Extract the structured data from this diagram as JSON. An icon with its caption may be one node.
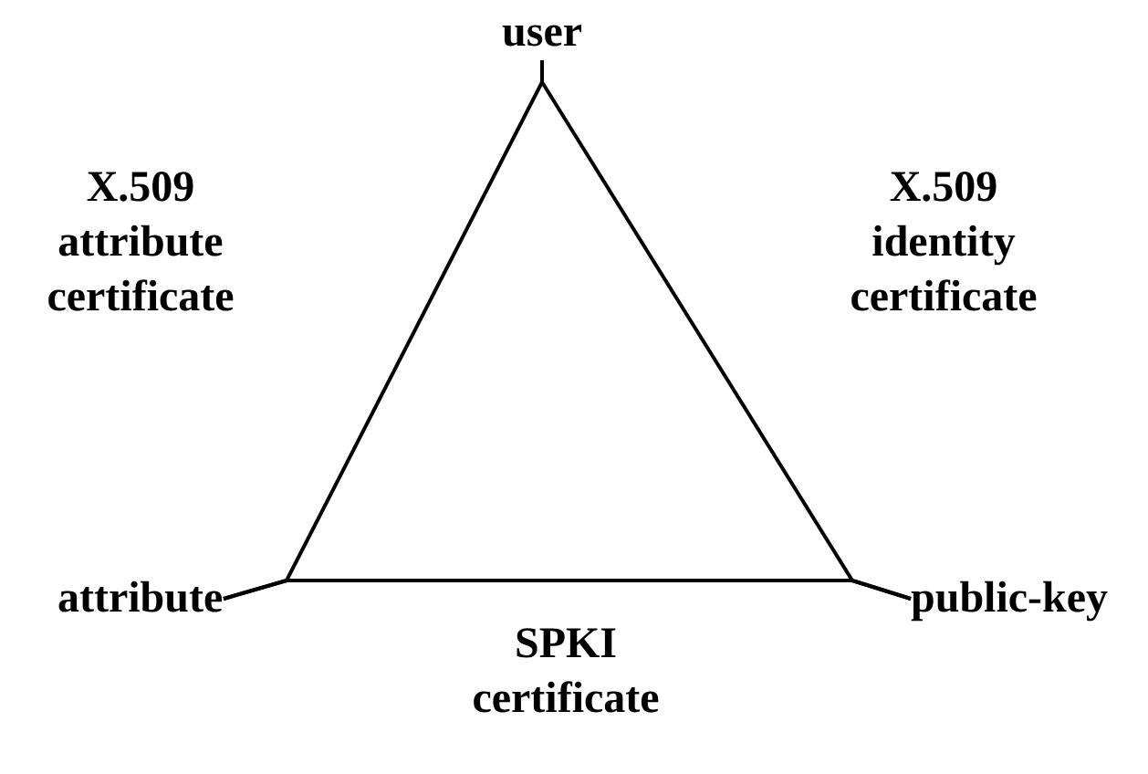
{
  "diagram": {
    "nodes": [
      {
        "text": [
          "user"
        ]
      },
      {
        "text": [
          "attribute"
        ]
      },
      {
        "text": [
          "public-key"
        ]
      }
    ],
    "edges": [
      {
        "from": 0,
        "to": 1,
        "arrow": "none",
        "label": "X.509 attribute certificate"
      },
      {
        "from": 0,
        "to": 2,
        "arrow": "none",
        "label": "X.509 identity certificate"
      },
      {
        "from": 1,
        "to": 2,
        "arrow": "none",
        "label": "SPKI certificate"
      }
    ]
  }
}
